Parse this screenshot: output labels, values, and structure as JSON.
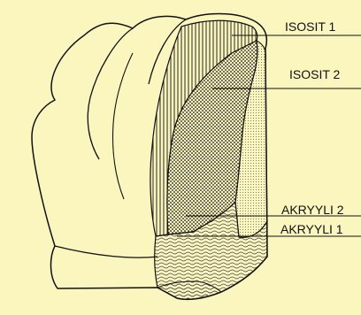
{
  "labels": {
    "isosit1": "ISOSIT 1",
    "isosit2": "ISOSIT 2",
    "akryyli2": "AKRYYLI 2",
    "akryyli1": "AKRYYLI 1"
  },
  "colors": {
    "background": "#fbf6bd",
    "ink": "#111111"
  }
}
